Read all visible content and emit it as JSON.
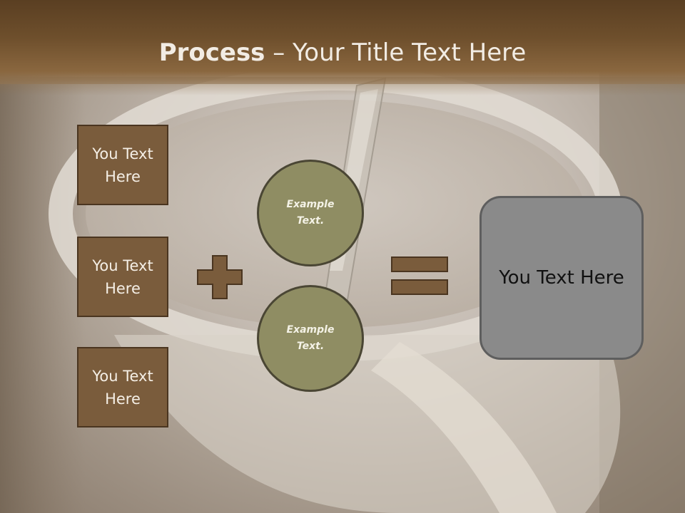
{
  "slide": {
    "title_bold": "Process",
    "title_rest": " – Your Title Text Here",
    "left_boxes": [
      {
        "label": "You Text Here"
      },
      {
        "label": "You Text Here"
      },
      {
        "label": "You Text Here"
      }
    ],
    "circles": [
      {
        "label": "Example Text."
      },
      {
        "label": "Example Text."
      }
    ],
    "result_label": "You Text Here"
  },
  "colors": {
    "header_brown": "#6e4f2c",
    "box_brown": "#7a5c3c",
    "circle_olive": "#8f8d63",
    "result_gray": "#8a8a8a"
  },
  "icons": [
    "plus-icon",
    "equals-icon"
  ]
}
